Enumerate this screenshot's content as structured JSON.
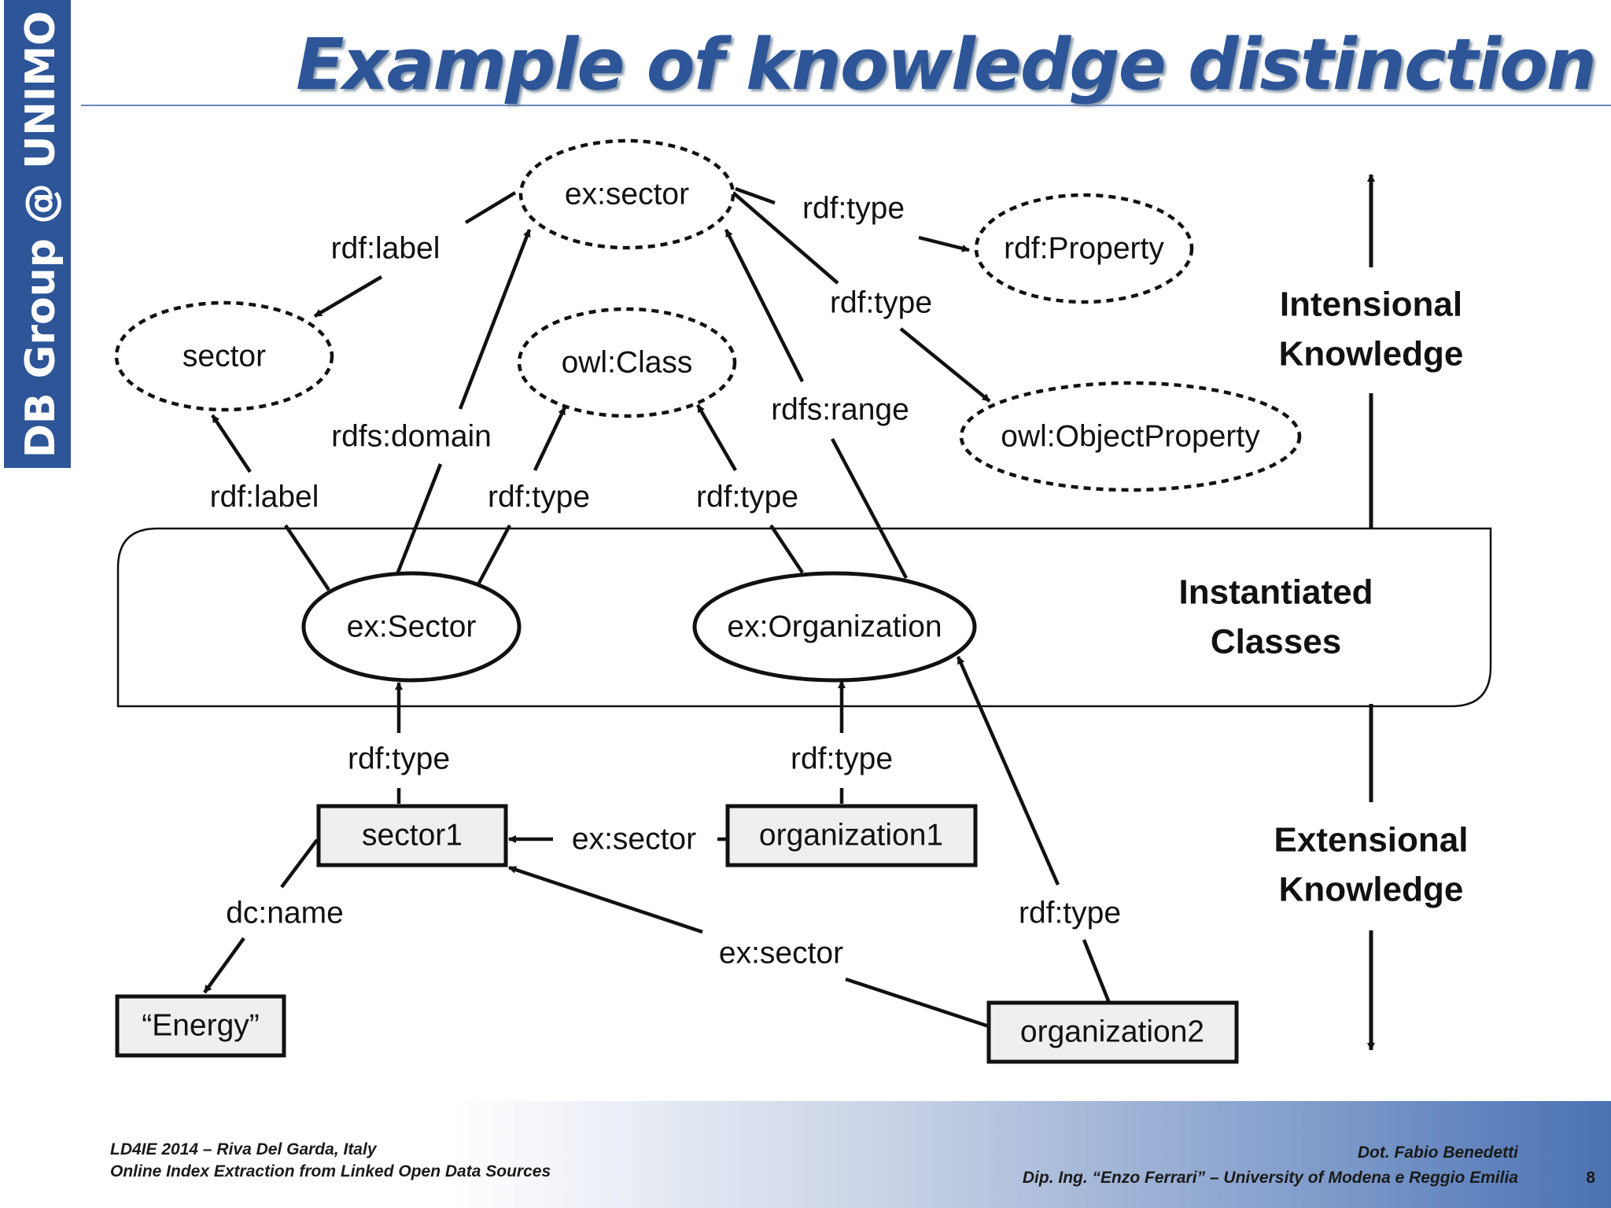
{
  "sidebar": {
    "label": "DB Group @ UNIMO"
  },
  "slide": {
    "title": "Example of knowledge distinction"
  },
  "nodes": {
    "ex_sector_prop": "ex:sector",
    "rdf_property": "rdf:Property",
    "sector_literal": "sector",
    "owl_class": "owl:Class",
    "owl_object_property": "owl:ObjectProperty",
    "ex_sector_class": "ex:Sector",
    "ex_organization": "ex:Organization",
    "sector1": "sector1",
    "organization1": "organization1",
    "energy": "“Energy”",
    "organization2": "organization2"
  },
  "edges": {
    "rdf_label_top": "rdf:label",
    "rdf_type_property": "rdf:type",
    "rdf_type_objprop": "rdf:type",
    "rdfs_domain": "rdfs:domain",
    "rdfs_range": "rdfs:range",
    "rdf_label_sector": "rdf:label",
    "rdf_type_class_left": "rdf:type",
    "rdf_type_class_right": "rdf:type",
    "rdf_type_sector1": "rdf:type",
    "rdf_type_org1": "rdf:type",
    "ex_sector_org1": "ex:sector",
    "dc_name": "dc:name",
    "ex_sector_org2": "ex:sector",
    "rdf_type_org2": "rdf:type"
  },
  "regions": {
    "intensional_line1": "Intensional",
    "intensional_line2": "Knowledge",
    "instantiated_line1": "Instantiated",
    "instantiated_line2": "Classes",
    "extensional_line1": "Extensional",
    "extensional_line2": "Knowledge"
  },
  "footer": {
    "event": "LD4IE 2014 – Riva Del Garda, Italy",
    "paper": "Online Index Extraction from Linked Open Data Sources",
    "author": "Dot. Fabio Benedetti",
    "affiliation": "Dip. Ing. “Enzo Ferrari” – University of Modena e Reggio Emilia",
    "page_number": "8"
  }
}
